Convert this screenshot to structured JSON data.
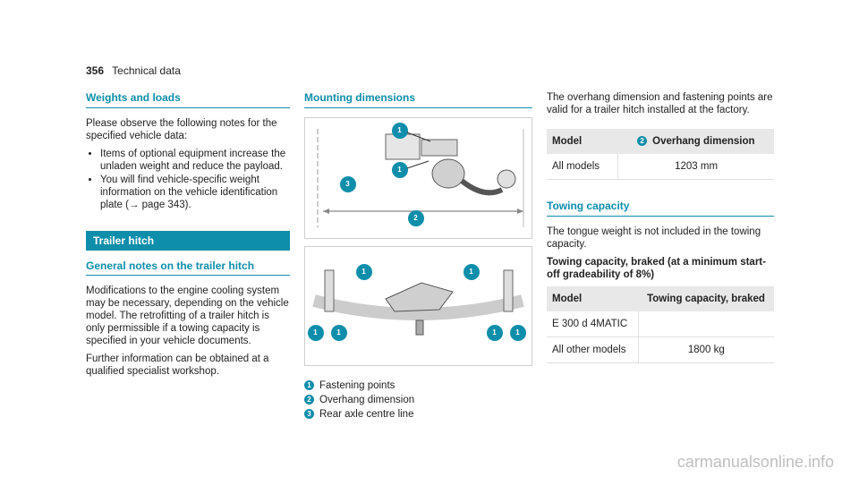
{
  "header": {
    "page_number": "356",
    "section": "Technical data"
  },
  "weights": {
    "heading": "Weights and loads",
    "intro": "Please observe the following notes for the specified vehicle data:",
    "bullets": [
      "Items of optional equipment increase the unladen weight and reduce the payload.",
      "You will find vehicle-specific weight information on the vehicle identification plate (→ page 343)."
    ]
  },
  "trailer": {
    "banner": "Trailer hitch",
    "subheading": "General notes on the trailer hitch",
    "para1": "Modifications to the engine cooling system may be necessary, depending on the vehicle model. The retrofitting of a trailer hitch is only permissible if a towing capacity is specified in your vehicle documents.",
    "para2": "Further information can be obtained at a qualified specialist workshop."
  },
  "mounting": {
    "heading": "Mounting dimensions",
    "legend": [
      {
        "num": "1",
        "text": "Fastening points"
      },
      {
        "num": "2",
        "text": "Overhang dimension"
      },
      {
        "num": "3",
        "text": "Rear axle centre line"
      }
    ]
  },
  "overhang": {
    "note": "The overhang dimension and fastening points are valid for a trailer hitch installed at the factory.",
    "table": {
      "col1": "Model",
      "col2_badge": "2",
      "col2": "Overhang dimension",
      "rows": [
        {
          "model": "All models",
          "value": "1203 mm"
        }
      ]
    }
  },
  "towing": {
    "heading": "Towing capacity",
    "note": "The tongue weight is not included in the towing capacity.",
    "bold_note": "Towing capacity, braked (at a minimum start-off gradeability of 8%)",
    "table": {
      "col1": "Model",
      "col2": "Towing capacity, braked",
      "rows": [
        {
          "model": "E 300 d 4MATIC",
          "value": ""
        },
        {
          "model": "All other models",
          "value": "1800 kg"
        }
      ]
    }
  },
  "footer": {
    "logo": "carmanualsonline.info"
  },
  "colors": {
    "accent": "#0e8eaa"
  }
}
